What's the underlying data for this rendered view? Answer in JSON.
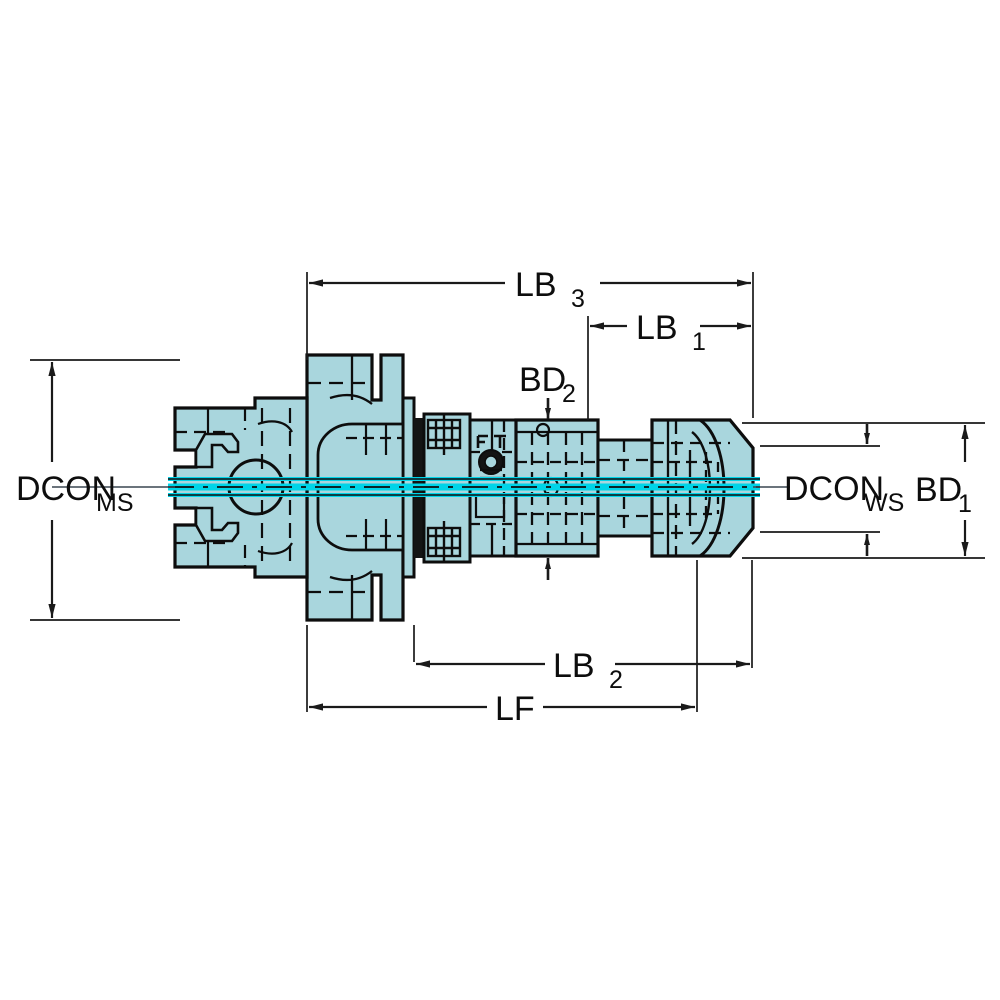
{
  "drawing": {
    "title": "Tool holder adaptor technical drawing",
    "type": "engineering-dimension-drawing",
    "view": "side-section-view",
    "background_color": "#ffffff",
    "body_fill_color": "#a9d6dd",
    "outline_color": "#0d0d0d",
    "hidden_line_color": "#1a1a1a",
    "centerline_color": "#00d4e8",
    "dimension_line_color": "#1a1a1a"
  },
  "dimensions": {
    "lb3": {
      "label": "LB",
      "sub": "3"
    },
    "lb1": {
      "label": "LB",
      "sub": "1"
    },
    "lb2": {
      "label": "LB",
      "sub": "2"
    },
    "lf": {
      "label": "LF",
      "sub": ""
    },
    "bd2": {
      "label": "BD",
      "sub": "2"
    },
    "bd1": {
      "label": "BD",
      "sub": "1"
    },
    "dcon_ms": {
      "label": "DCON",
      "sub": "MS"
    },
    "dcon_ws": {
      "label": "DCON",
      "sub": "WS"
    }
  },
  "annotations": {
    "machine_side_note": "DCONMS",
    "workpiece_side_note": "DCONWS"
  }
}
